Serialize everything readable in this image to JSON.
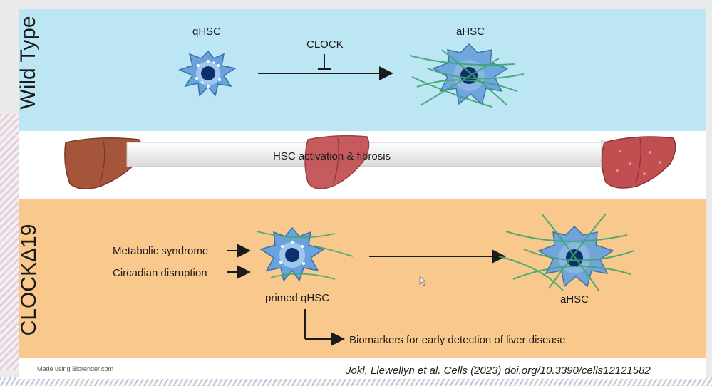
{
  "diagram": {
    "wild_type": {
      "label": "Wild Type",
      "qhsc_label": "qHSC",
      "inhibitor_label": "CLOCK",
      "ahsc_label": "aHSC"
    },
    "liver_strip": {
      "progression_label": "HSC activation & fibrosis"
    },
    "clock_mutant": {
      "label": "CLOCKΔ19",
      "inputs": [
        "Metabolic syndrome",
        "Circadian disruption"
      ],
      "primed_label": "primed qHSC",
      "ahsc_label": "aHSC",
      "biomarker_label": "Biomarkers for early detection of liver disease"
    },
    "footer": {
      "made_using": "Made using Biorender.com",
      "citation": "Jokl, Llewellyn et al.  Cells (2023)  doi.org/10.3390/cells12121582"
    }
  },
  "colors": {
    "wild_type_band": "#bde6f4",
    "clock_band": "#f9c88c",
    "cell_body": "#5d95d2",
    "nucleus": "#0e2f6b",
    "fiber": "#3aa86b",
    "healthy_liver": "#a4553a",
    "fibrotic_liver": "#c14e51"
  }
}
